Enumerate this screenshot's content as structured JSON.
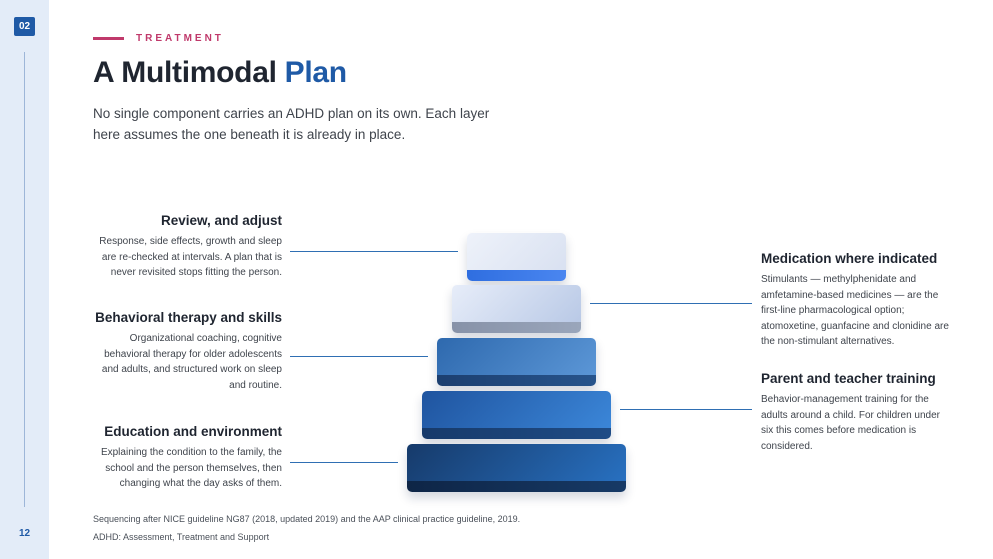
{
  "rail": {
    "badge": "02",
    "page_number": "12"
  },
  "header": {
    "eyebrow": "TREATMENT",
    "title_main": "A Multimodal",
    "title_accent": "Plan",
    "lede": "No single component carries an ADHD plan on its own. Each layer here assumes the one beneath it is already in place."
  },
  "left_annotations": [
    {
      "title": "Review, and adjust",
      "body": "Response, side effects, growth and sleep are re-checked at intervals. A plan that is never revisited stops fitting the person."
    },
    {
      "title": "Behavioral therapy and skills",
      "body": "Organizational coaching, cognitive behavioral therapy for older adolescents and adults, and structured work on sleep and routine."
    },
    {
      "title": "Education and environment",
      "body": "Explaining the condition to the family, the school and the person themselves, then changing what the day asks of them."
    }
  ],
  "right_annotations": [
    {
      "title": "Medication where indicated",
      "body": "Stimulants — methylphenidate and amfetamine-based medicines — are the first-line pharmacological option; atomoxetine, guanfacine and clonidine are the non-stimulant alternatives."
    },
    {
      "title": "Parent and teacher training",
      "body": "Behavior-management training for the adults around a child. For children under six this comes before medication is considered."
    }
  ],
  "footnote": "Sequencing after NICE guideline NG87 (2018, updated 2019) and the AAP clinical practice guideline, 2019.",
  "footer": "ADHD: Assessment, Treatment and Support",
  "colors": {
    "accent": "#1f5aa6",
    "eyebrow": "#c0396b",
    "rail": "#e3ecf8"
  }
}
